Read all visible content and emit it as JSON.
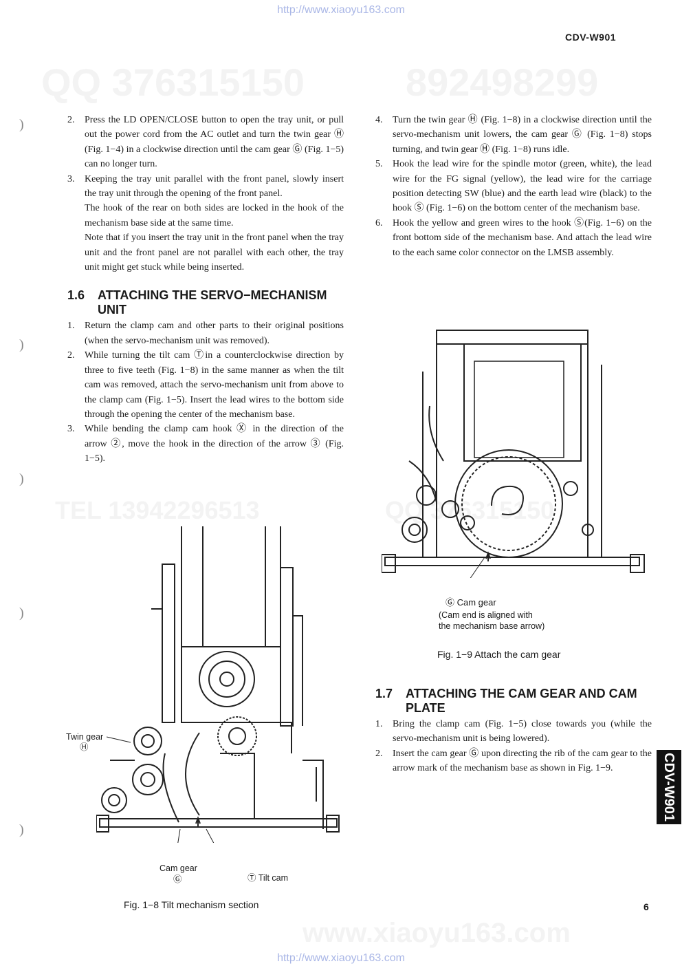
{
  "header_url": "http://www.xiaoyu163.com",
  "footer_url": "http://www.xiaoyu163.com",
  "model": "CDV-W901",
  "side_tab": "CDV-W901",
  "page_number": "6",
  "watermarks": [
    "QQ 376315150",
    "892498299",
    "TEL 13942296513",
    "QQ 376315150",
    "www.xiaoyu163.com"
  ],
  "left_column": {
    "intro_items": [
      {
        "num": "2.",
        "paras": [
          "Press the LD OPEN/CLOSE button to open the tray unit, or pull out the power cord from the AC outlet and turn the twin gear Ⓗ (Fig. 1−4) in a clockwise direction until the cam gear Ⓖ (Fig. 1−5) can no longer turn."
        ]
      },
      {
        "num": "3.",
        "paras": [
          "Keeping the tray unit parallel with the front panel, slowly insert the tray unit through the opening of the front panel.",
          "The hook of the rear on both sides are locked in the hook of the mechanism base side at the same time.",
          "Note that if you insert the tray unit in the front panel when the tray unit and the front panel are not parallel with each other, the tray unit might get stuck while being inserted."
        ]
      }
    ],
    "section": {
      "number": "1.6",
      "title": "ATTACHING THE SERVO−MECHANISM UNIT",
      "items": [
        {
          "num": "1.",
          "text": "Return the clamp cam and other parts to their original positions (when the servo-mechanism unit was removed)."
        },
        {
          "num": "2.",
          "text": "While turning the tilt cam Ⓣin a counterclockwise direction by three to five teeth (Fig. 1−8) in the same manner as when the tilt cam was removed, attach the servo-mechanism unit from above to the clamp cam (Fig. 1−5). Insert the lead wires to the bottom side through the opening the center of the mechanism base."
        },
        {
          "num": "3.",
          "text": "While bending the clamp cam hook Ⓧ in the direction of the arrow ②, move the hook in the direction of the arrow ③ (Fig. 1−5)."
        }
      ]
    },
    "figure": {
      "labels": {
        "twin_gear": "Twin gear",
        "twin_gear_mark": "Ⓗ",
        "cam_gear": "Cam gear",
        "cam_gear_mark": "Ⓖ",
        "tilt_cam": "Ⓣ Tilt cam"
      },
      "caption": "Fig. 1−8  Tilt mechanism section"
    }
  },
  "right_column": {
    "intro_items": [
      {
        "num": "4.",
        "text": "Turn the twin gear Ⓗ (Fig. 1−8) in a clockwise direction until the servo-mechanism unit lowers, the cam gear Ⓖ (Fig. 1−8) stops turning, and twin gear Ⓗ (Fig. 1−8) runs idle."
      },
      {
        "num": "5.",
        "text": "Hook the lead wire for the spindle motor (green, white), the lead wire for the FG signal (yellow), the lead wire for the carriage position detecting SW (blue) and the earth lead wire (black) to the hook Ⓢ (Fig. 1−6) on the bottom center of the mechanism base."
      },
      {
        "num": "6.",
        "text": "Hook the yellow and green wires to the hook Ⓢ(Fig. 1−6) on the front bottom side of the mechanism base. And attach the lead wire to the each same color connector on the LMSB assembly."
      }
    ],
    "figure": {
      "label_line1": "Ⓖ Cam gear",
      "label_line2": "(Cam end is aligned with",
      "label_line3": "the mechanism base arrow)",
      "caption": "Fig. 1−9  Attach the cam gear"
    },
    "section": {
      "number": "1.7",
      "title": "ATTACHING THE CAM GEAR AND CAM PLATE",
      "items": [
        {
          "num": "1.",
          "text": "Bring the clamp cam (Fig. 1−5) close towards you (while the servo-mechanism unit is being lowered)."
        },
        {
          "num": "2.",
          "text": "Insert the cam gear Ⓖ upon directing the rib of the cam gear to the arrow mark of the mechanism base as shown in Fig. 1−9."
        }
      ]
    }
  }
}
